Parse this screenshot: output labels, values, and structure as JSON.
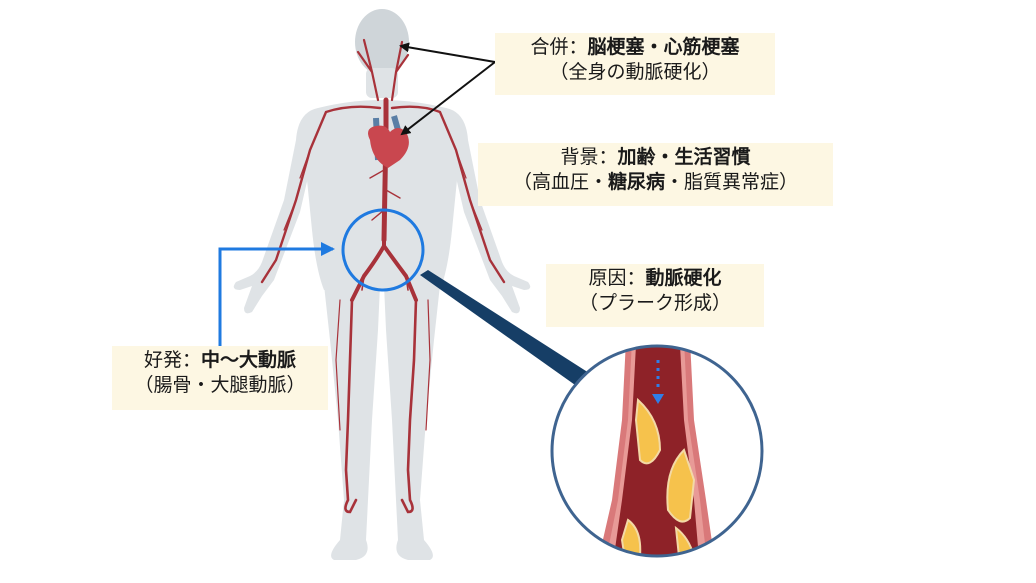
{
  "labels": {
    "complication": {
      "prefix": "合併：",
      "emphasis": "脳梗塞・心筋梗塞",
      "detail": "（全身の動脈硬化）"
    },
    "background": {
      "prefix": "背景：",
      "emphasis": "加齢・生活習慣",
      "detail_open": "（高血圧・",
      "detail_emphasis": "糖尿病",
      "detail_close": "・脂質異常症）"
    },
    "cause": {
      "prefix": "原因：",
      "emphasis": "動脈硬化",
      "detail": "（プラーク形成）"
    },
    "predilection": {
      "prefix": "好発：",
      "emphasis": "中〜大動脈",
      "detail": "（腸骨・大腿動脈）"
    }
  },
  "colors": {
    "label_background": "#fdf7e3",
    "body_skin": "#dfe3e6",
    "artery": "#a8323a",
    "heart": "#c9474f",
    "vein": "#5a7fa6",
    "highlight_circle": "#1f7ae0",
    "callout_wedge": "#163e66",
    "zoom_circle_border": "#3f6490",
    "plaque": "#f6c24c",
    "vessel_wall": "#d9797a",
    "lumen": "#8e2228",
    "flow_arrow": "#2f7ee8"
  },
  "illustration": {
    "figure": "human-body-arterial-system",
    "highlight_region": "iliac-bifurcation",
    "zoom_view": "artery-cross-section-with-plaque",
    "flow_direction": "downward"
  }
}
